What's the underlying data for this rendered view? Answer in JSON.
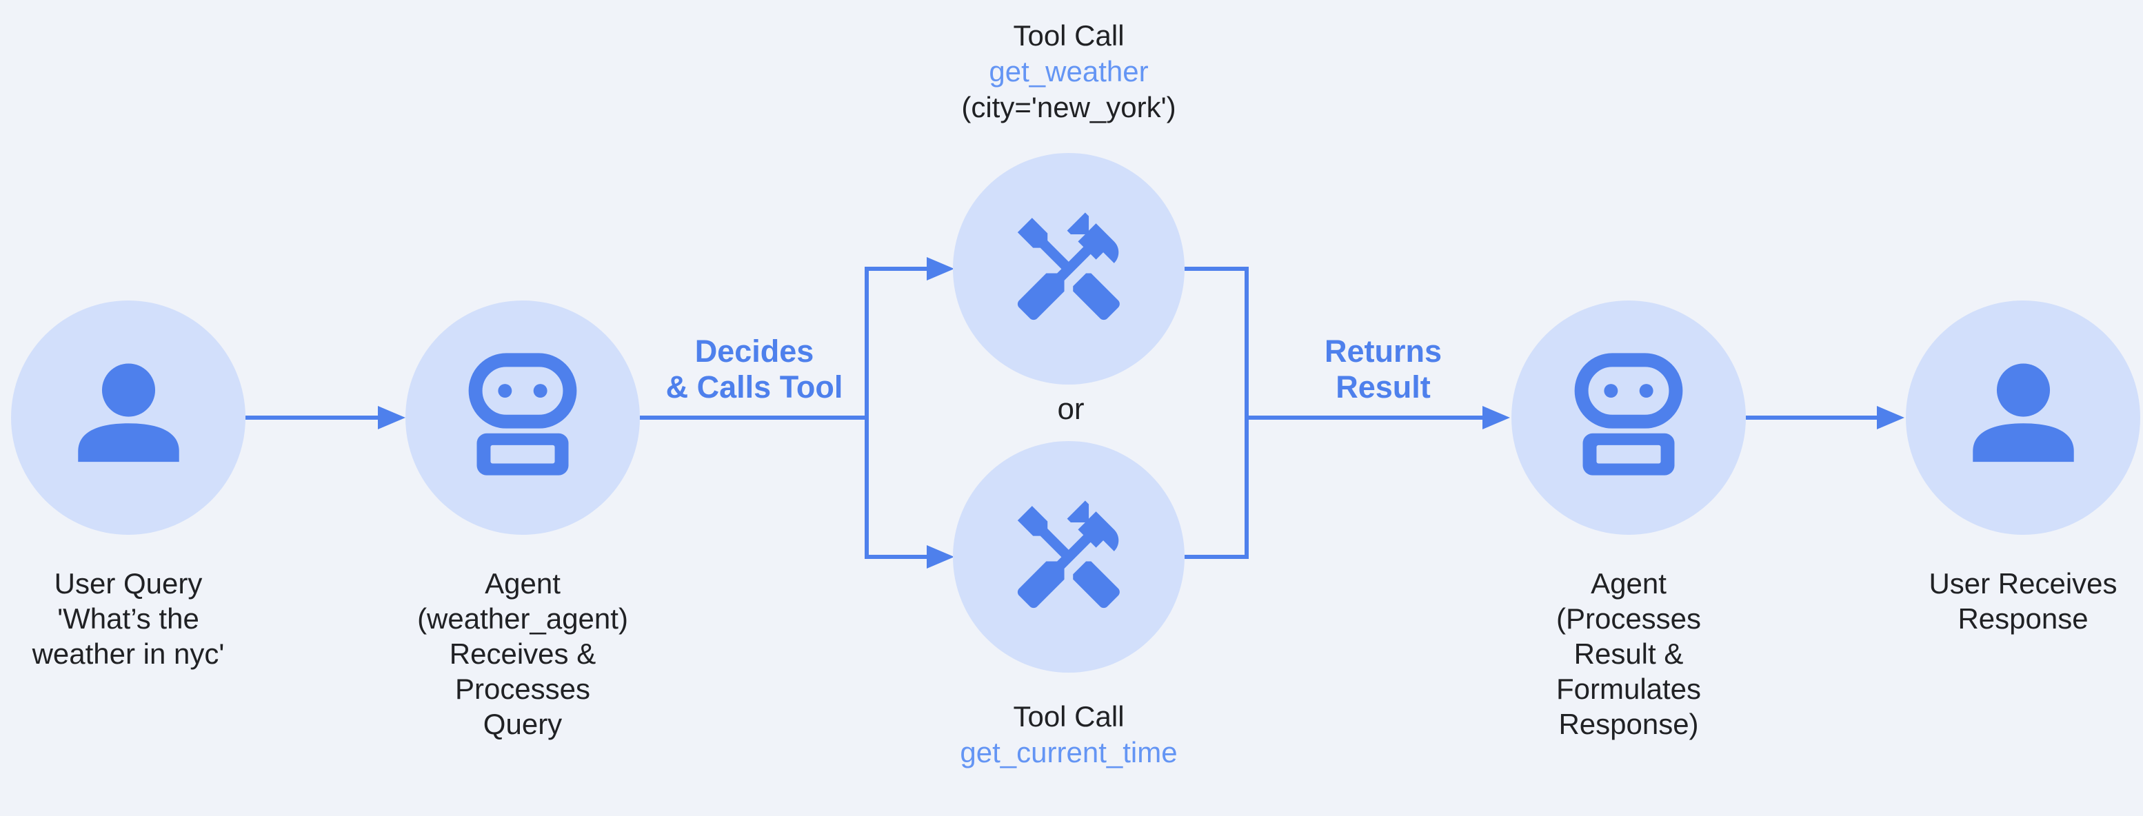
{
  "colors": {
    "background": "#F0F3F9",
    "node_fill": "#D2DFFB",
    "accent_blue": "#4E80EC",
    "function_blue": "#6495F4",
    "text_dark": "#202124"
  },
  "diagram": {
    "nodes": {
      "user_query": {
        "caption_lines": [
          "User Query",
          "'What’s the",
          "weather in nyc'"
        ]
      },
      "agent_receives": {
        "caption_lines": [
          "Agent",
          "(weather_agent)",
          "Receives &",
          "Processes",
          "Query"
        ]
      },
      "tool_weather": {
        "title": "Tool Call",
        "function_name": "get_weather",
        "args": "(city='new_york')"
      },
      "tool_time": {
        "title": "Tool Call",
        "function_name": "get_current_time"
      },
      "agent_responds": {
        "caption_lines": [
          "Agent",
          "(Processes",
          "Result &",
          "Formulates",
          "Response)"
        ]
      },
      "user_receives": {
        "caption_lines": [
          "User Receives",
          "Response"
        ]
      }
    },
    "edge_labels": {
      "decides_line1": "Decides",
      "decides_line2": "& Calls Tool",
      "returns_line1": "Returns",
      "returns_line2": "Result",
      "or": "or"
    }
  }
}
